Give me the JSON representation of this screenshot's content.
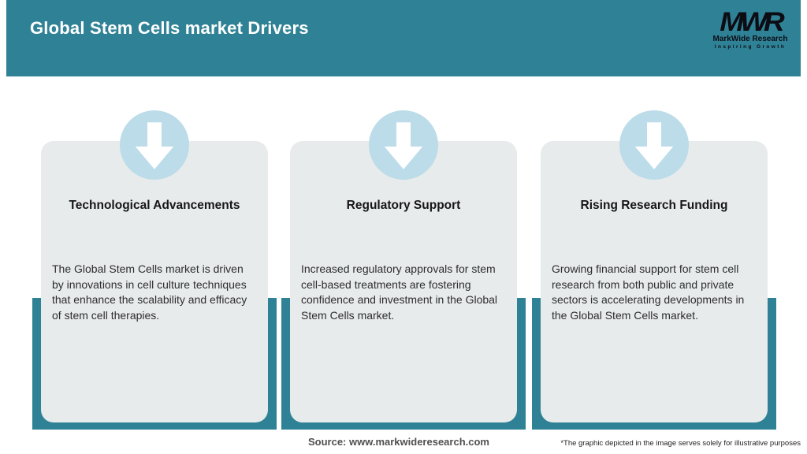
{
  "header": {
    "title": "Global Stem Cells market Drivers",
    "logo": {
      "monogram": "MWR",
      "name": "MarkWide Research",
      "tagline": "Inspiring Growth"
    }
  },
  "cards": [
    {
      "icon": "down-arrow-icon",
      "title": "Technological Advancements",
      "body": "The Global Stem Cells market is driven by innovations in cell culture techniques that enhance the scalability and efficacy of stem cell therapies."
    },
    {
      "icon": "down-arrow-icon",
      "title": "Regulatory Support",
      "body": "Increased regulatory approvals for stem cell-based treatments are fostering confidence and investment in the Global Stem Cells market."
    },
    {
      "icon": "down-arrow-icon",
      "title": "Rising Research Funding",
      "body": "Growing financial support for stem cell research from both public and private sectors is accelerating developments in the Global Stem Cells market."
    }
  ],
  "footer": {
    "source": "Source: www.markwideresearch.com",
    "disclaimer": "*The graphic depicted in the image serves solely for illustrative purposes"
  },
  "colors": {
    "teal": "#2F8296",
    "circle_blue": "#BBDCE8",
    "card_bg": "#E8EBEC",
    "title_text": "#FFFFFF",
    "heading_text": "#161616",
    "body_text": "#2D2D2D",
    "source_text": "#4F4F4F",
    "logo_text": "#0C0C14"
  }
}
